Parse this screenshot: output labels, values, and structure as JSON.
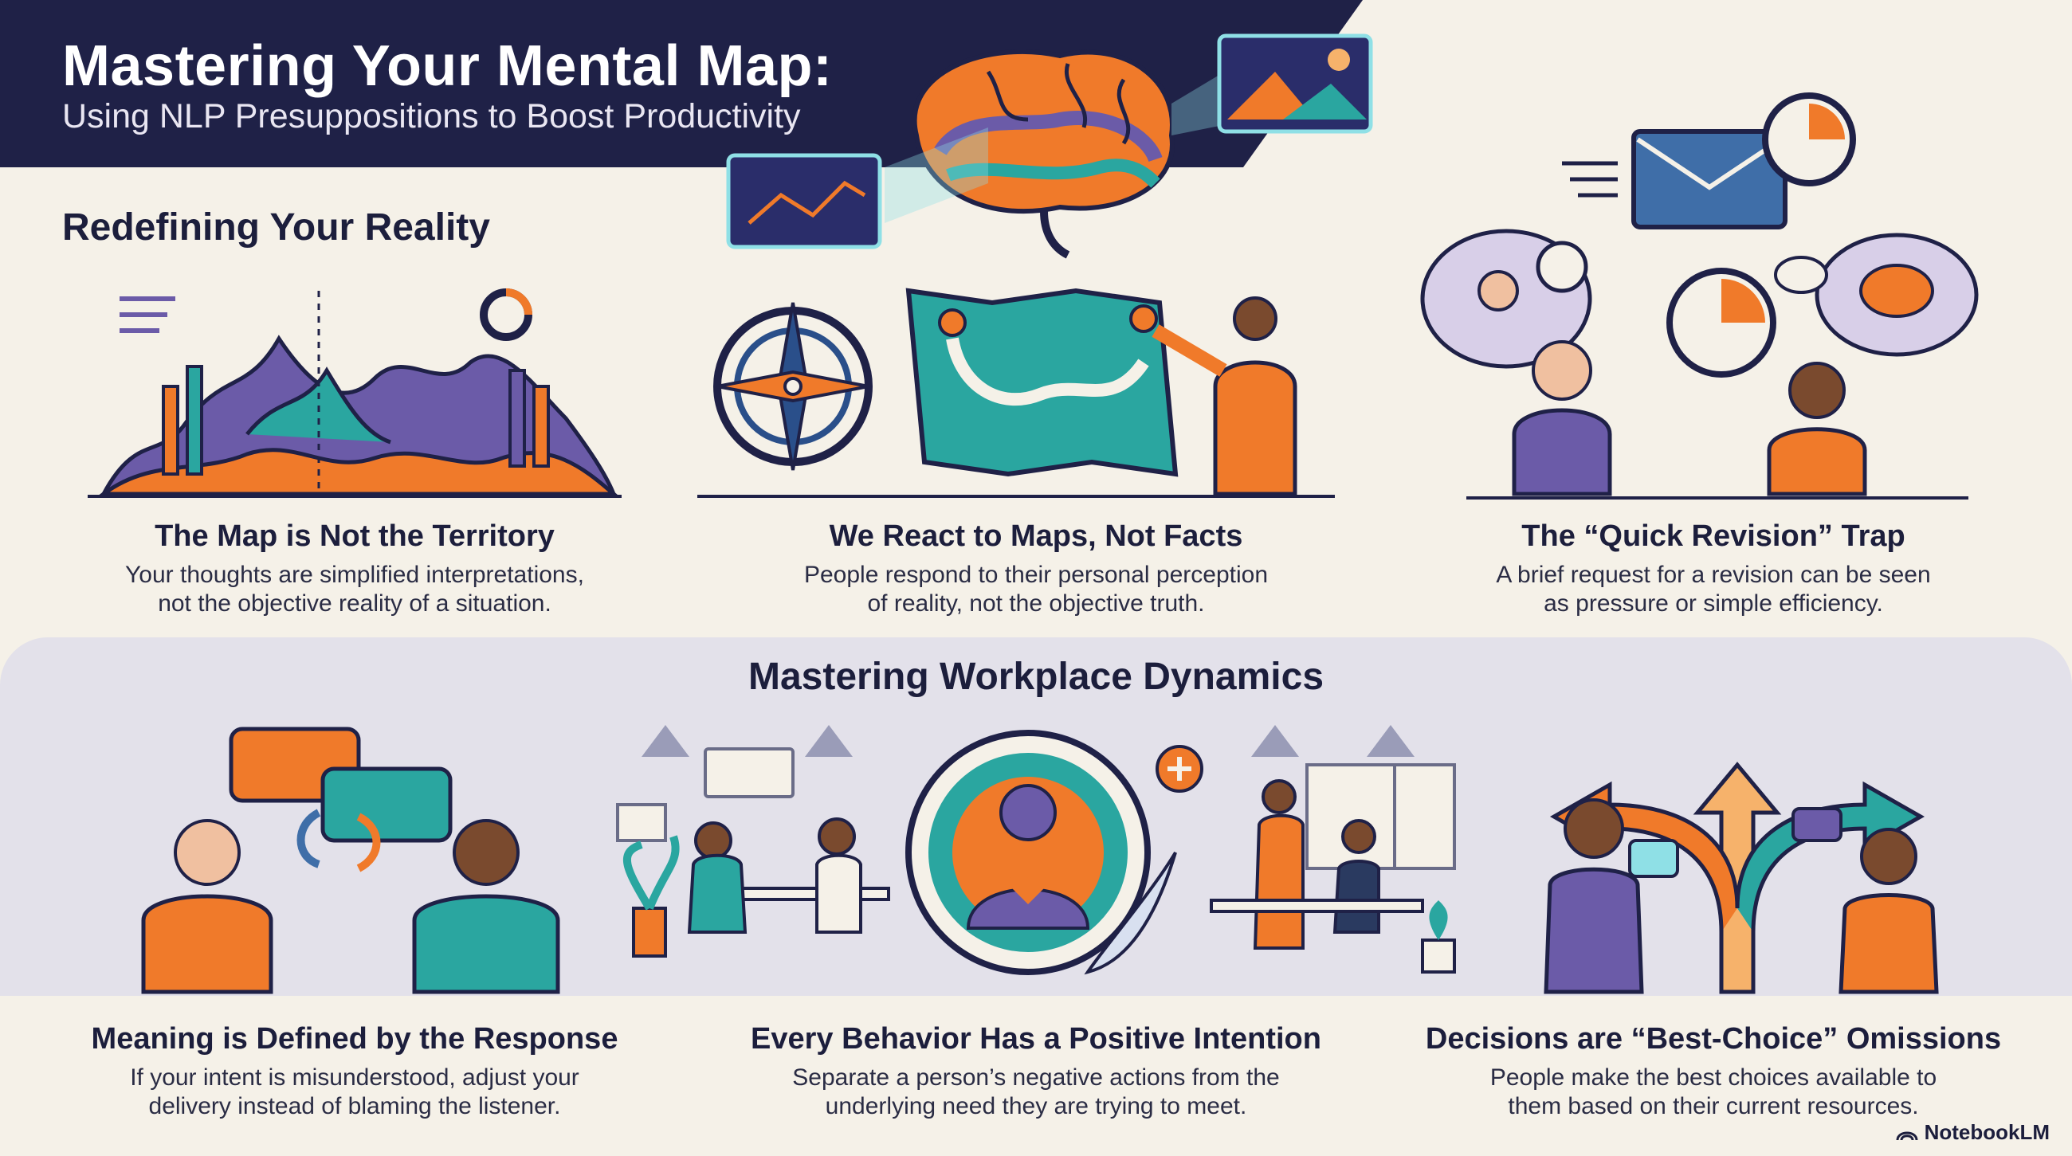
{
  "header": {
    "title": "Mastering Your Mental Map:",
    "subtitle": "Using NLP Presuppositions to Boost Productivity"
  },
  "sections": {
    "top_heading": "Redefining Your Reality",
    "bottom_heading": "Mastering Workplace Dynamics"
  },
  "cards": [
    {
      "title": "The Map is Not the Territory",
      "desc_1": "Your thoughts are simplified interpretations,",
      "desc_2": "not the objective reality of a situation."
    },
    {
      "title": "We React to Maps, Not Facts",
      "desc_1": "People respond to their personal perception",
      "desc_2": "of reality, not the objective truth."
    },
    {
      "title": "The “Quick Revision” Trap",
      "desc_1": "A brief request for a revision can be seen",
      "desc_2": "as pressure or simple efficiency."
    },
    {
      "title": "Meaning is Defined by the Response",
      "desc_1": "If your intent is misunderstood, adjust your",
      "desc_2": "delivery instead of blaming the listener."
    },
    {
      "title": "Every Behavior Has a Positive Intention",
      "desc_1": "Separate a person’s negative actions from the",
      "desc_2": "underlying need they are trying to meet."
    },
    {
      "title": "Decisions are “Best-Choice” Omissions",
      "desc_1": "People make the best choices available to",
      "desc_2": "them based on their current resources."
    }
  ],
  "brand": {
    "label": "NotebookLM",
    "icon": "notebooklm-logo-icon"
  },
  "colors": {
    "navy": "#1f2147",
    "orange": "#f07a2a",
    "teal": "#2aa6a0",
    "purple": "#6b5ba8",
    "cream": "#f5f1e8"
  }
}
